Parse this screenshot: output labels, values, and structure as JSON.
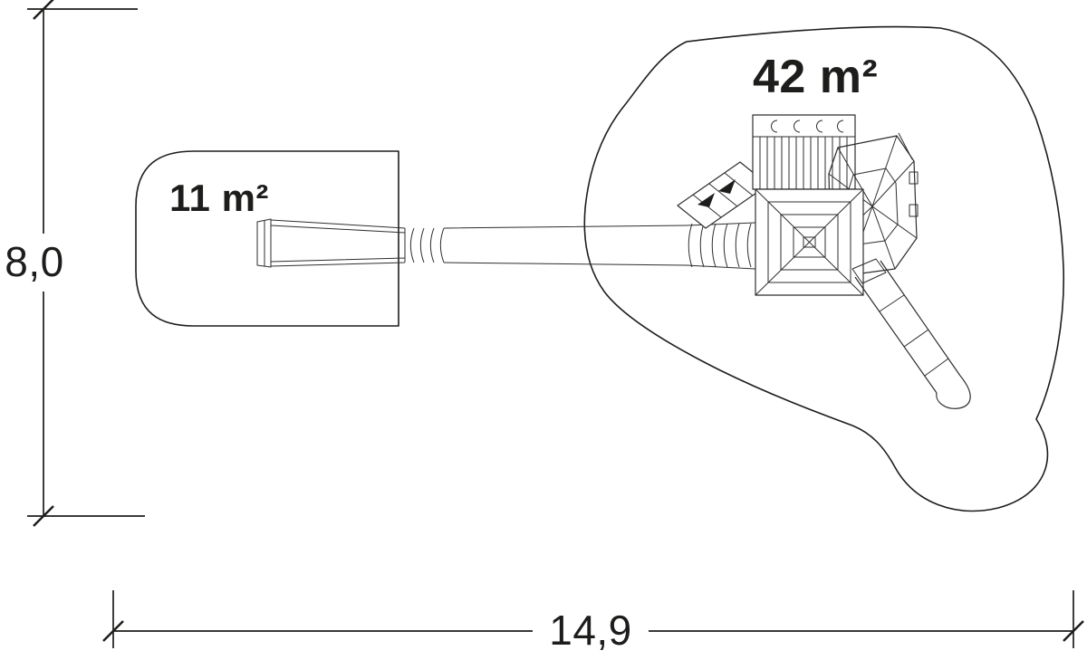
{
  "labels": {
    "zone_small": "11 m²",
    "zone_large": "42 m²"
  },
  "dimensions": {
    "height": "8,0",
    "width": "14,9"
  },
  "icons": {
    "direction_arrow": "ramp-direction-arrow"
  },
  "colors": {
    "line": "#1d1d1b",
    "structure_line": "#2e2e2e",
    "background": "#ffffff"
  }
}
